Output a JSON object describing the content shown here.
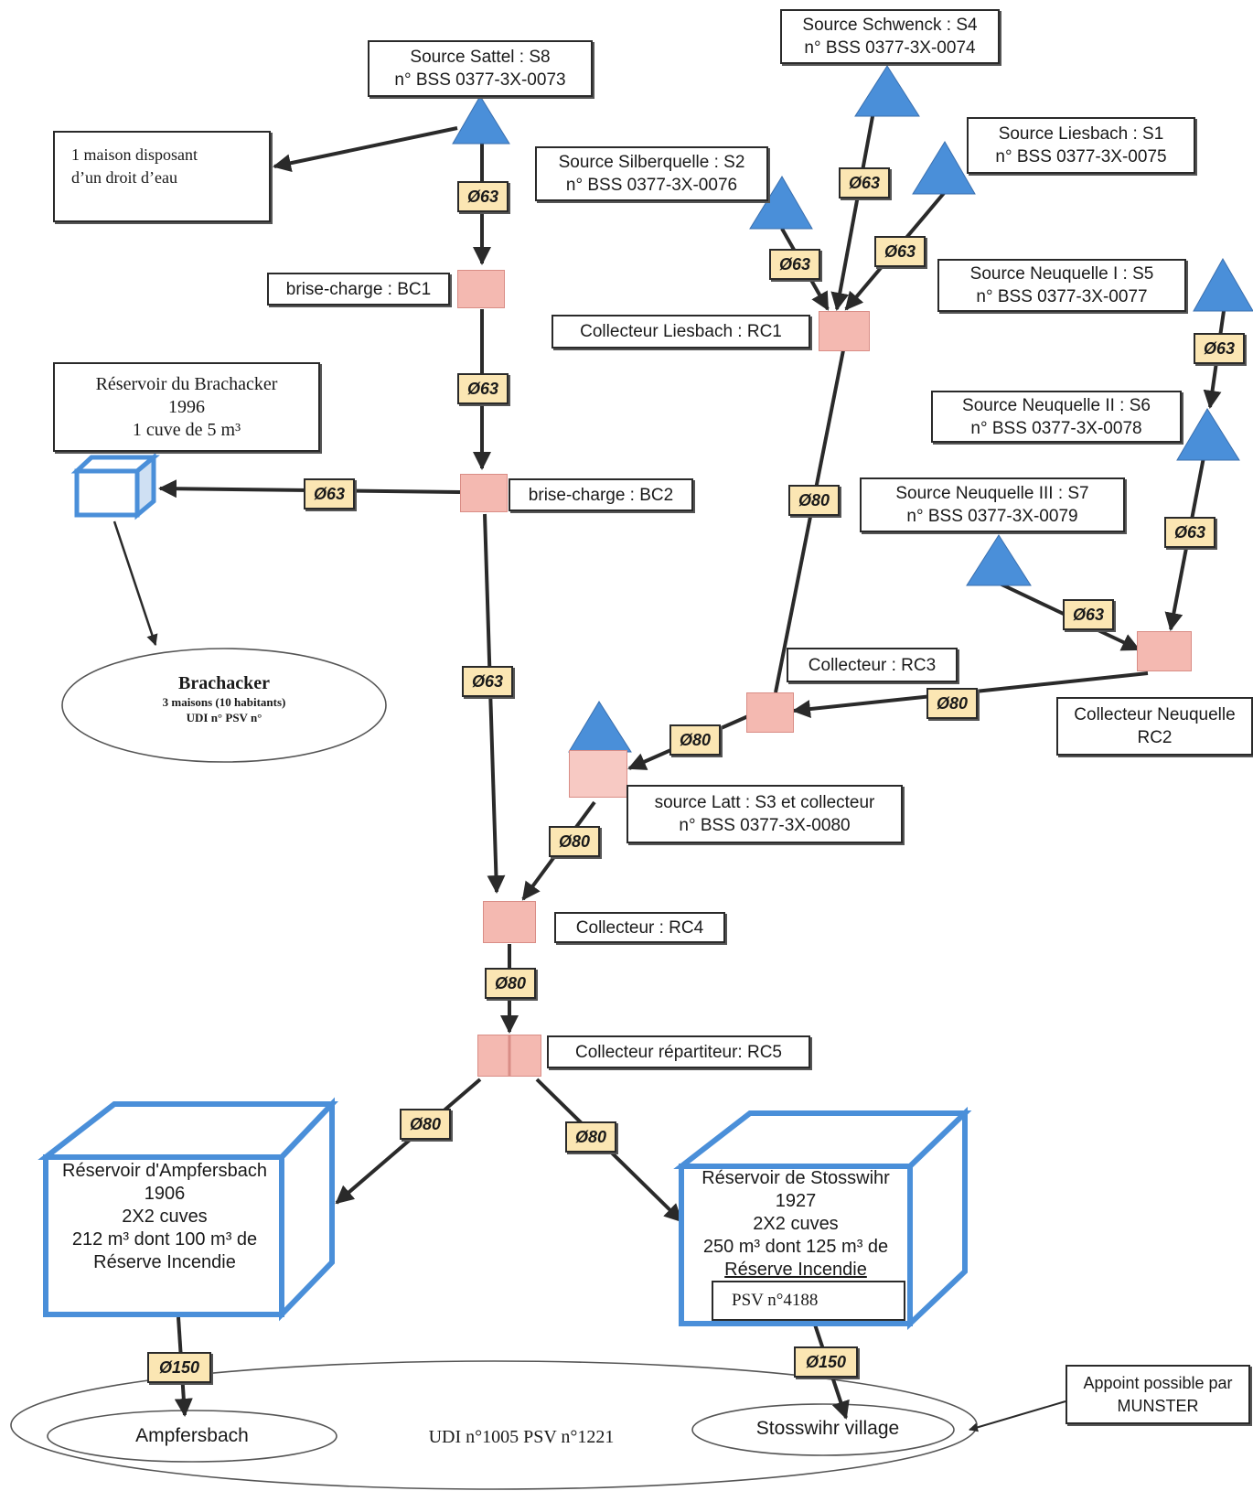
{
  "colors": {
    "source": "#4a8fd9",
    "node": "#f4b9b1",
    "pipe_label": "#fbe6b3",
    "tank": "#4a8fd9",
    "line": "#2a2a2a"
  },
  "sources": {
    "s8": [
      "Source Sattel : S8",
      "n° BSS 0377-3X-0073"
    ],
    "s4": [
      "Source Schwenck : S4",
      "n° BSS 0377-3X-0074"
    ],
    "s2": [
      "Source Silberquelle : S2",
      "n° BSS 0377-3X-0076"
    ],
    "s1": [
      "Source Liesbach : S1",
      "n° BSS 0377-3X-0075"
    ],
    "s5": [
      "Source Neuquelle I : S5",
      "n° BSS 0377-3X-0077"
    ],
    "s6": [
      "Source Neuquelle II : S6",
      "n° BSS 0377-3X-0078"
    ],
    "s7": [
      "Source Neuquelle III : S7",
      "n° BSS 0377-3X-0079"
    ],
    "s3": [
      "source Latt : S3 et collecteur",
      "n° BSS 0377-3X-0080"
    ]
  },
  "maison": [
    "1 maison disposant",
    "d’un droit d’eau"
  ],
  "nodes": {
    "bc1": "brise-charge : BC1",
    "bc2": "brise-charge : BC2",
    "rc1": "Collecteur Liesbach : RC1",
    "rc3": "Collecteur : RC3",
    "rc2": [
      "Collecteur Neuquelle",
      "RC2"
    ],
    "rc4": "Collecteur : RC4",
    "rc5": "Collecteur répartiteur: RC5"
  },
  "reservoirs": {
    "brachacker": [
      "Réservoir du Brachacker",
      "1996",
      "1 cuve de 5 m³"
    ],
    "ampfersbach": [
      "Réservoir d'Ampfersbach",
      "1906",
      "2X2 cuves",
      "212 m³ dont 100 m³ de",
      "Réserve Incendie"
    ],
    "stosswihr": [
      "Réservoir de Stosswihr",
      "1927",
      "2X2 cuves",
      "250 m³ dont 125 m³ de",
      "Réserve Incendie"
    ],
    "stosswihr_psv": "PSV n°4188"
  },
  "brachacker_udi": {
    "name": "Brachacker",
    "line1": "3 maisons (10 habitants)",
    "line2": "UDI n° PSV n°"
  },
  "udi_main": "UDI n°1005 PSV n°1221",
  "villages": {
    "ampfersbach": "Ampfersbach",
    "stosswihr": "Stosswihr village"
  },
  "appoint": [
    "Appoint possible par",
    "MUNSTER"
  ],
  "pipes": {
    "d63": "Ø63",
    "d80": "Ø80",
    "d150": "Ø150"
  }
}
